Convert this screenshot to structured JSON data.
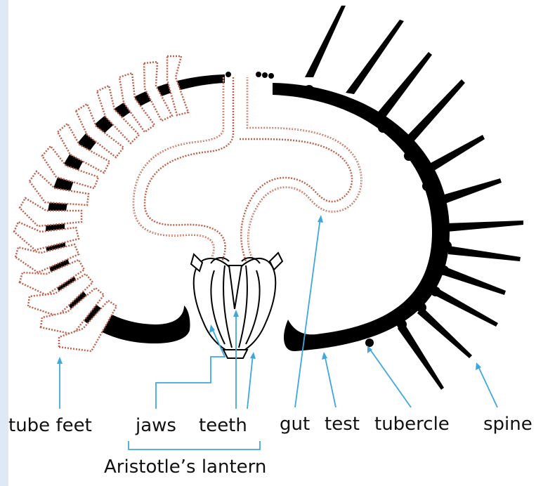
{
  "diagram": {
    "labels": {
      "tube_feet": "tube feet",
      "jaws": "jaws",
      "teeth": "teeth",
      "gut": "gut",
      "test": "test",
      "tubercle": "tubercle",
      "spine": "spine",
      "lantern": "Aristotle’s lantern"
    },
    "colors": {
      "background": "#dfe9f5",
      "body_wall": "#000000",
      "tube_feet_outline": "#c0604a",
      "gut_outline": "#c0604a",
      "leader_lines": "#3fa7e0",
      "label_text": "#111111"
    }
  }
}
